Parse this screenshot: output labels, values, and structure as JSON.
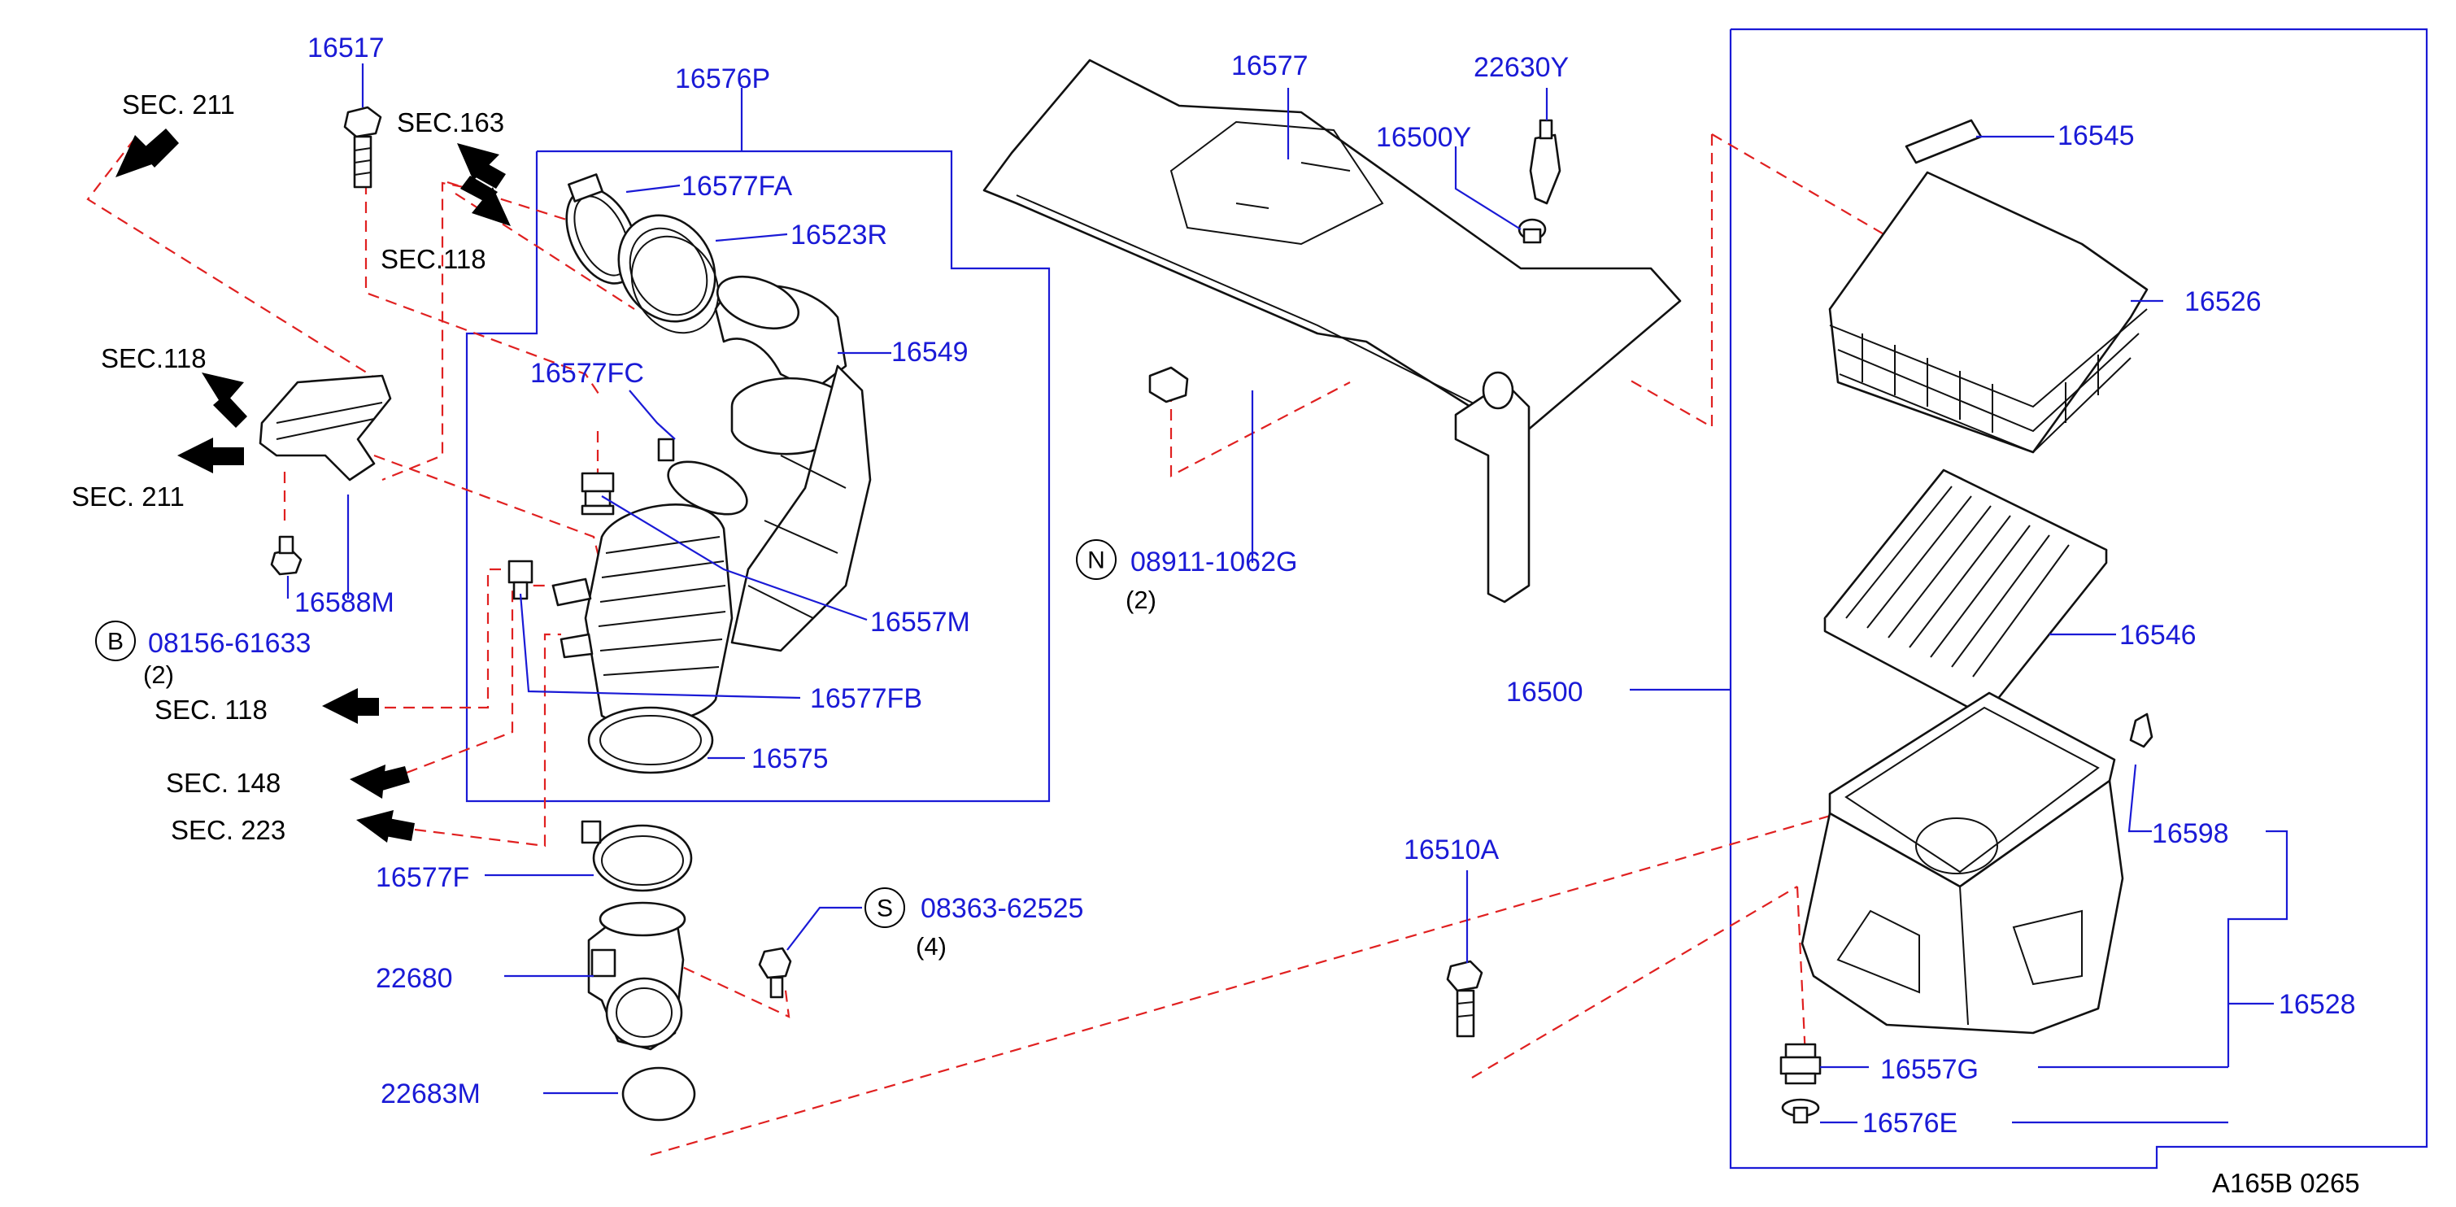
{
  "parts": {
    "p16517": "16517",
    "p16576P": "16576P",
    "p16577FA": "16577FA",
    "p16523R": "16523R",
    "p16549": "16549",
    "p16577FC": "16577FC",
    "p16557M": "16557M",
    "p16577FB": "16577FB",
    "p16575": "16575",
    "p16588M": "16588M",
    "p16577F": "16577F",
    "p22680": "22680",
    "p22683M": "22683M",
    "p16577": "16577",
    "p22630Y": "22630Y",
    "p16500Y": "16500Y",
    "p16545": "16545",
    "p16526": "16526",
    "p16546": "16546",
    "p16500": "16500",
    "p16598": "16598",
    "p16528": "16528",
    "p16557G": "16557G",
    "p16576E": "16576E",
    "p16510A": "16510A",
    "p08911": "08911-1062G",
    "p08156": "08156-61633",
    "p08363": "08363-62525"
  },
  "sections": {
    "sec211_top": "SEC.  211",
    "sec163": "SEC.163",
    "sec118_top": "SEC.118",
    "sec118_mid": "SEC.118",
    "sec211_mid": "SEC.  211",
    "sec118_low": "SEC.  118",
    "sec148": "SEC.  148",
    "sec223": "SEC.  223"
  },
  "quantities": {
    "q_b": "(2)",
    "q_n": "(2)",
    "q_s": "(4)"
  },
  "symbols": {
    "b": "B",
    "n": "N",
    "s": "S"
  },
  "diagram_code": "A165B  0265",
  "colors": {
    "label": "#1a1ad6",
    "dash": "#e02020",
    "line": "#111111"
  }
}
